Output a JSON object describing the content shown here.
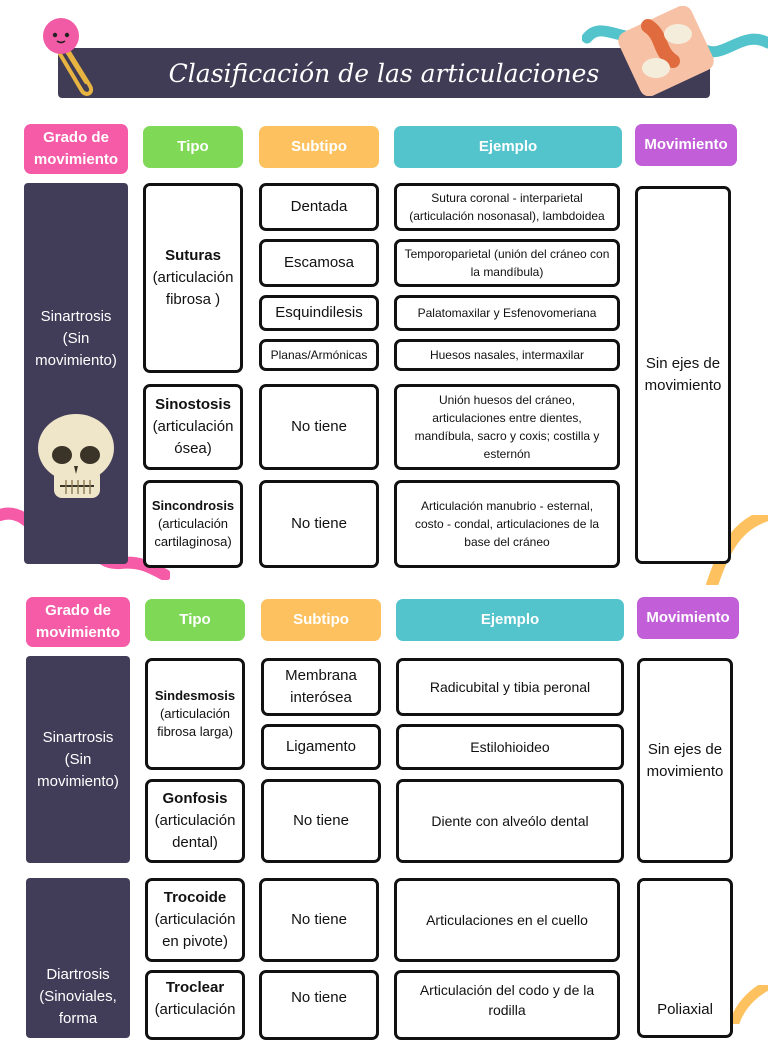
{
  "title": "Clasificación de las articulaciones",
  "colors": {
    "pink": "#f55ba6",
    "green": "#7fd957",
    "yellow": "#fdc25f",
    "teal": "#53c3cc",
    "purple": "#c15ed8",
    "dark": "#403c55"
  },
  "icons": [
    "paperclip-icon",
    "pink-face-icon",
    "knee-joint-icon",
    "skull-icon"
  ],
  "headers": {
    "grado": "Grado de movimiento",
    "tipo": "Tipo",
    "subtipo": "Subtipo",
    "ejemplo": "Ejemplo",
    "movimiento": "Movimiento"
  },
  "section1": {
    "grado": "Sinartrosis (Sin movimiento)",
    "movimiento": "Sin ejes de movimiento",
    "suturas": {
      "name": "Suturas",
      "sub": "(articulación fibrosa )"
    },
    "sinostosis": {
      "name": "Sinostosis",
      "sub": "(articulación ósea)"
    },
    "sincondrosis": {
      "name": "Sincondrosis",
      "sub": "(articulación cartilaginosa)"
    },
    "subtipos": [
      "Dentada",
      "Escamosa",
      "Esquindilesis",
      "Planas/Armónicas",
      "No tiene",
      "No tiene"
    ],
    "ejemplos": [
      "Sutura coronal - interparietal (articulación nosonasal), lambdoidea",
      "Temporoparietal (unión del cráneo con la mandíbula)",
      "Palatomaxilar y Esfenovomeriana",
      "Huesos nasales, intermaxilar",
      "Unión huesos del cráneo, articulaciones entre dientes, mandíbula, sacro y coxis; costilla y esternón",
      "Articulación manubrio - esternal, costo - condal, articulaciones de la base del cráneo"
    ]
  },
  "section2": {
    "grado": "Sinartrosis (Sin movimiento)",
    "movimiento": "Sin ejes de movimiento",
    "sindesmosis": {
      "name": "Sindesmosis",
      "sub": "(articulación fibrosa larga)"
    },
    "gonfosis": {
      "name": "Gonfosis",
      "sub": "(articulación dental)"
    },
    "subtipos": [
      "Membrana interósea",
      "Ligamento",
      "No tiene"
    ],
    "ejemplos": [
      "Radicubital y tibia peronal",
      "Estilohioideo",
      "Diente con alveólo dental"
    ]
  },
  "section3": {
    "grado": "Diartrosis (Sinoviales, forma",
    "movimiento": "Poliaxial",
    "trocoide": {
      "name": "Trocoide",
      "sub": "(articulación en pivote)"
    },
    "troclear": {
      "name": "Troclear",
      "sub": "(articulación"
    },
    "subtipos": [
      "No tiene",
      "No tiene"
    ],
    "ejemplos": [
      "Articulaciones en el cuello",
      "Articulación del codo y de la rodilla"
    ]
  }
}
